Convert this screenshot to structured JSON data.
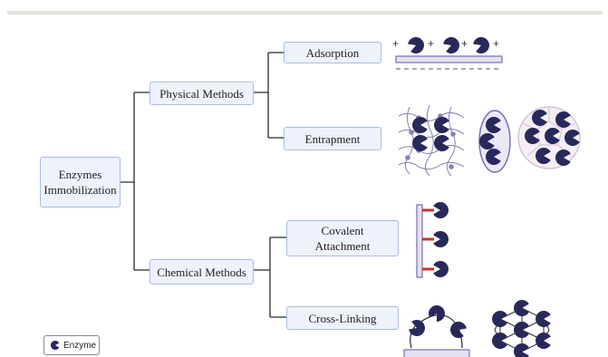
{
  "nodes": {
    "root": "Enzymes\nImmobilization",
    "physical": "Physical Methods",
    "chemical": "Chemical Methods",
    "adsorption": "Adsorption",
    "entrapment": "Entrapment",
    "covalent": "Covalent\nAttachment",
    "crosslinking": "Cross-Linking"
  },
  "adsorption_charges": {
    "positive": "+",
    "negative": "–"
  },
  "legend": {
    "label": "Enzyme"
  },
  "colors": {
    "enzyme": "#28295a",
    "box_fill": "#eef2fa",
    "box_border": "#a9bde0",
    "connector": "#2a2a2a",
    "polymer": "#8c7fb8",
    "capsule_fill": "#eae8f5",
    "linker": "#c0392b"
  },
  "icons": {
    "enzyme": "enzyme-pacman-icon"
  }
}
